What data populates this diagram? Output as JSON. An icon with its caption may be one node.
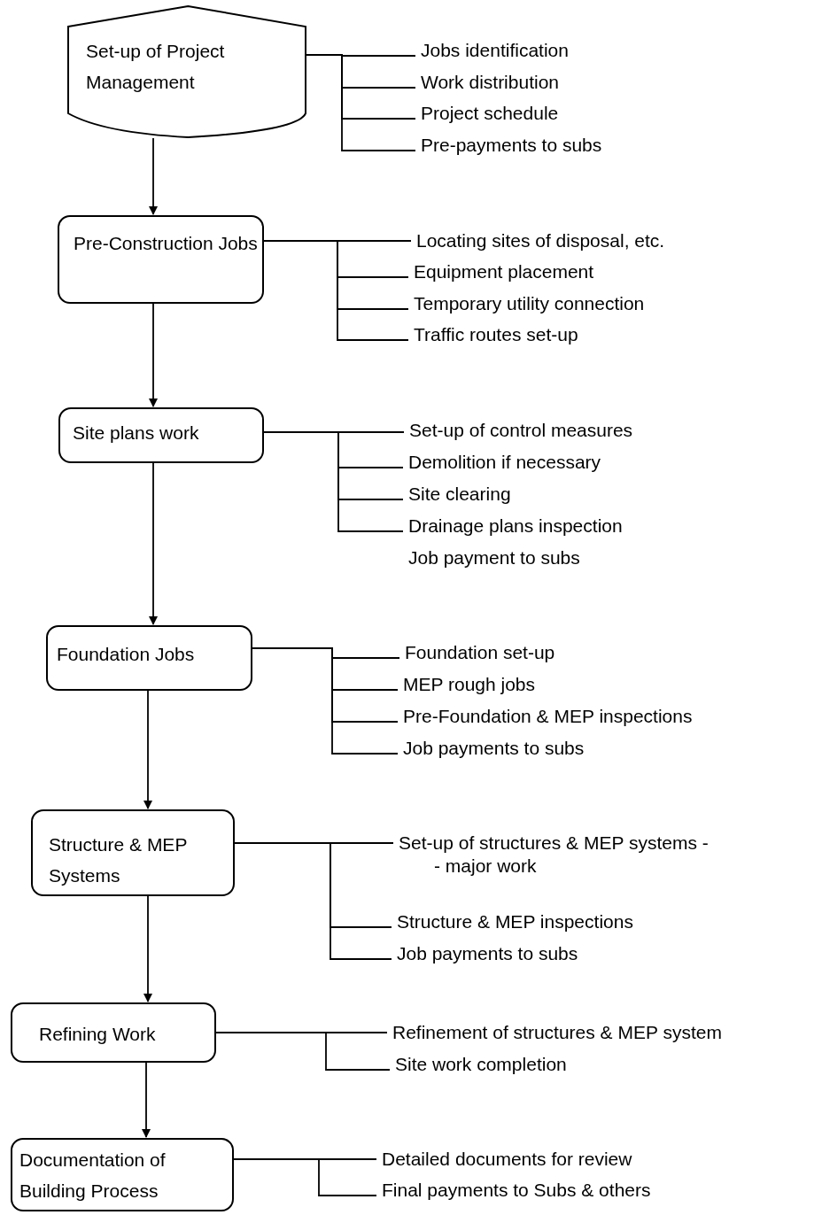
{
  "diagram": {
    "nodes": [
      {
        "text": [
          "Set-up of Project Management"
        ]
      },
      {
        "text": [
          "Jobs identification"
        ]
      },
      {
        "text": [
          "Work distribution"
        ]
      },
      {
        "text": [
          "Project schedule"
        ]
      },
      {
        "text": [
          "Pre-payments to subs"
        ]
      },
      {
        "text": [
          "Pre-Construction Jobs"
        ]
      },
      {
        "text": [
          "Locating sites of disposal, etc."
        ]
      },
      {
        "text": [
          "Equipment placement"
        ]
      },
      {
        "text": [
          "Temporary utility connection"
        ]
      },
      {
        "text": [
          "Traffic routes set-up"
        ]
      },
      {
        "text": [
          "Site plans work"
        ]
      },
      {
        "text": [
          "Set-up of control measures"
        ]
      },
      {
        "text": [
          "Demolition if necessary"
        ]
      },
      {
        "text": [
          "Site clearing"
        ]
      },
      {
        "text": [
          "Drainage plans inspection"
        ]
      },
      {
        "text": [
          "Foundation Jobs"
        ]
      },
      {
        "text": [
          "Foundation set-up"
        ]
      },
      {
        "text": [
          "MEP rough jobs"
        ]
      },
      {
        "text": [
          "Pre-Foundation & MEP inspections"
        ]
      },
      {
        "text": [
          "Job payments to subs"
        ]
      },
      {
        "text": [
          "Structure & MEP Systems"
        ]
      },
      {
        "text": [
          "Set-up of structures & MEP systems - - major work"
        ]
      },
      {
        "text": [
          "Structure & MEP inspections"
        ]
      },
      {
        "text": [
          "Job payments to subs"
        ]
      },
      {
        "text": [
          "Refining Work"
        ]
      },
      {
        "text": [
          "Refinement of structures & MEP system"
        ]
      },
      {
        "text": [
          "Site work completion"
        ]
      },
      {
        "text": [
          "Documentation of Building Process"
        ]
      },
      {
        "text": [
          "Detailed documents for review"
        ]
      },
      {
        "text": [
          "Final payments to Subs & others"
        ]
      }
    ],
    "edges": [
      {
        "from": 0,
        "to": 1,
        "arrow": "none"
      },
      {
        "from": 0,
        "to": 2,
        "arrow": "none"
      },
      {
        "from": 0,
        "to": 3,
        "arrow": "none"
      },
      {
        "from": 0,
        "to": 4,
        "arrow": "none"
      },
      {
        "from": 0,
        "to": 5,
        "arrow": "to"
      },
      {
        "from": 5,
        "to": 6,
        "arrow": "none"
      },
      {
        "from": 5,
        "to": 7,
        "arrow": "none"
      },
      {
        "from": 5,
        "to": 8,
        "arrow": "none"
      },
      {
        "from": 5,
        "to": 9,
        "arrow": "none"
      },
      {
        "from": 5,
        "to": 10,
        "arrow": "to"
      },
      {
        "from": 10,
        "to": 11,
        "arrow": "none"
      },
      {
        "from": 10,
        "to": 12,
        "arrow": "none"
      },
      {
        "from": 10,
        "to": 13,
        "arrow": "none"
      },
      {
        "from": 10,
        "to": 14,
        "arrow": "none"
      },
      {
        "from": 10,
        "to": 15,
        "arrow": "to"
      },
      {
        "from": 15,
        "to": 16,
        "arrow": "none"
      },
      {
        "from": 15,
        "to": 17,
        "arrow": "none"
      },
      {
        "from": 15,
        "to": 18,
        "arrow": "none"
      },
      {
        "from": 15,
        "to": 19,
        "arrow": "none"
      },
      {
        "from": 15,
        "to": 20,
        "arrow": "to"
      },
      {
        "from": 20,
        "to": 21,
        "arrow": "none"
      },
      {
        "from": 20,
        "to": 22,
        "arrow": "none"
      },
      {
        "from": 20,
        "to": 23,
        "arrow": "none"
      },
      {
        "from": 20,
        "to": 24,
        "arrow": "to"
      },
      {
        "from": 24,
        "to": 25,
        "arrow": "none"
      },
      {
        "from": 24,
        "to": 26,
        "arrow": "none"
      },
      {
        "from": 24,
        "to": 27,
        "arrow": "to"
      },
      {
        "from": 27,
        "to": 28,
        "arrow": "none"
      },
      {
        "from": 27,
        "to": 29,
        "arrow": "none"
      }
    ],
    "labels": [
      "Job payment to subs"
    ]
  }
}
